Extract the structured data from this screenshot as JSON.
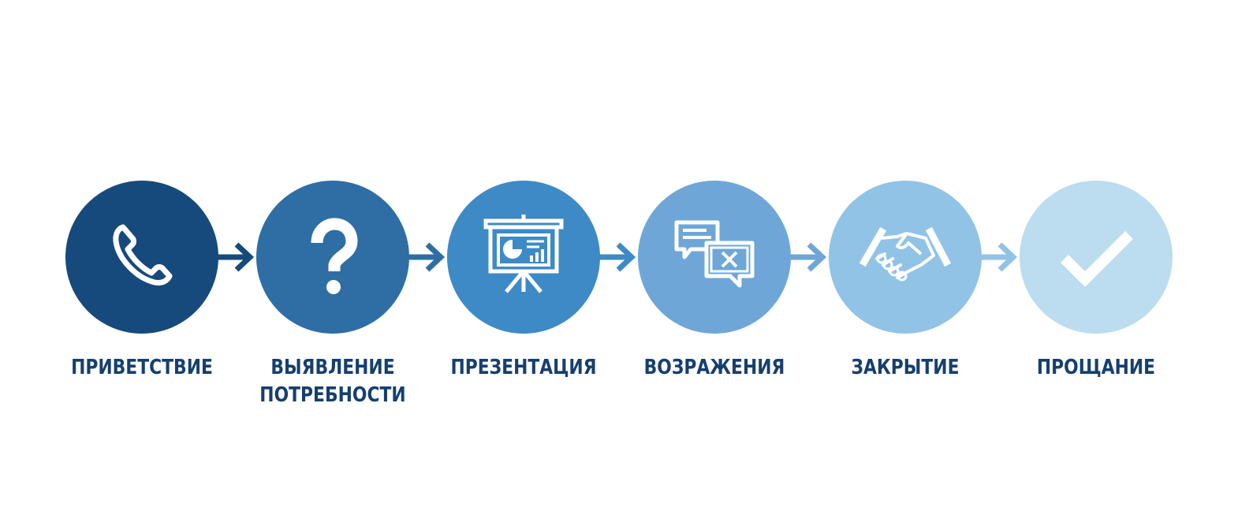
{
  "steps": [
    {
      "label_lines": [
        "ПРИВЕТСТВИЕ"
      ],
      "icon": "phone-icon",
      "color": "#164a7c"
    },
    {
      "label_lines": [
        "ВЫЯВЛЕНИЕ",
        "ПОТРЕБНОСТИ"
      ],
      "icon": "question-mark-icon",
      "color": "#2f6ea5"
    },
    {
      "label_lines": [
        "ПРЕЗЕНТАЦИЯ"
      ],
      "icon": "presentation-board-icon",
      "color": "#3e8ac6"
    },
    {
      "label_lines": [
        "ВОЗРАЖЕНИЯ"
      ],
      "icon": "chat-objection-icon",
      "color": "#6ea7d7"
    },
    {
      "label_lines": [
        "ЗАКРЫТИЕ"
      ],
      "icon": "handshake-icon",
      "color": "#91c3e6"
    },
    {
      "label_lines": [
        "ПРОЩАНИЕ"
      ],
      "icon": "checkmark-icon",
      "color": "#bcdcf0"
    }
  ],
  "colors": {
    "label_text": "#163f6e",
    "icon_stroke": "#ffffff"
  }
}
